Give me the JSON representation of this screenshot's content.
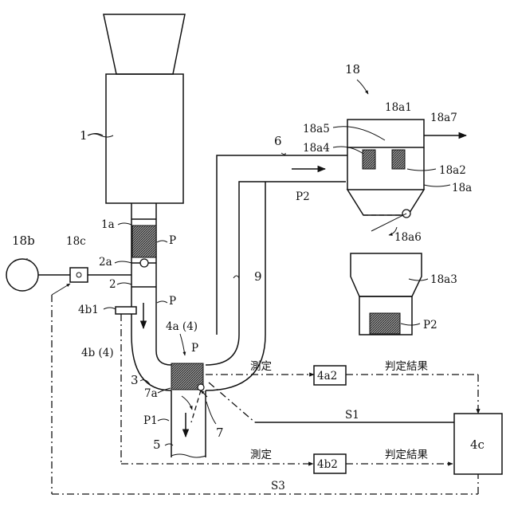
{
  "labels": {
    "l18": "18",
    "l18a1": "18a1",
    "l18a7": "18a7",
    "l18a5": "18a5",
    "l18a4": "18a4",
    "l18a2": "18a2",
    "l18a": "18a",
    "l18a6": "18a6",
    "l18a3": "18a3",
    "l18b": "18b",
    "l18c": "18c",
    "l1": "1",
    "l1a": "1a",
    "lP_top": "P",
    "l2a": "2a",
    "l2": "2",
    "lP_mid": "P",
    "l4b1": "4b1",
    "l4b4": "4b (4)",
    "l4a4": "4a (4)",
    "lP_bot": "P",
    "l3": "3",
    "l7a": "7a",
    "lP1": "P1",
    "l5": "5",
    "l7": "7",
    "l6": "6",
    "lP2_flow": "P2",
    "l9": "9",
    "lP2_box": "P2",
    "l4a2": "4a2",
    "l4b2": "4b2",
    "l4c": "4c",
    "lS1": "S1",
    "lS3": "S3",
    "measure_top": "測定",
    "measure_bot": "測定",
    "result_top": "判定結果",
    "result_bot": "判定結果"
  },
  "colors": {
    "line": "#111111",
    "hatch": "#555555",
    "background": "#ffffff"
  }
}
